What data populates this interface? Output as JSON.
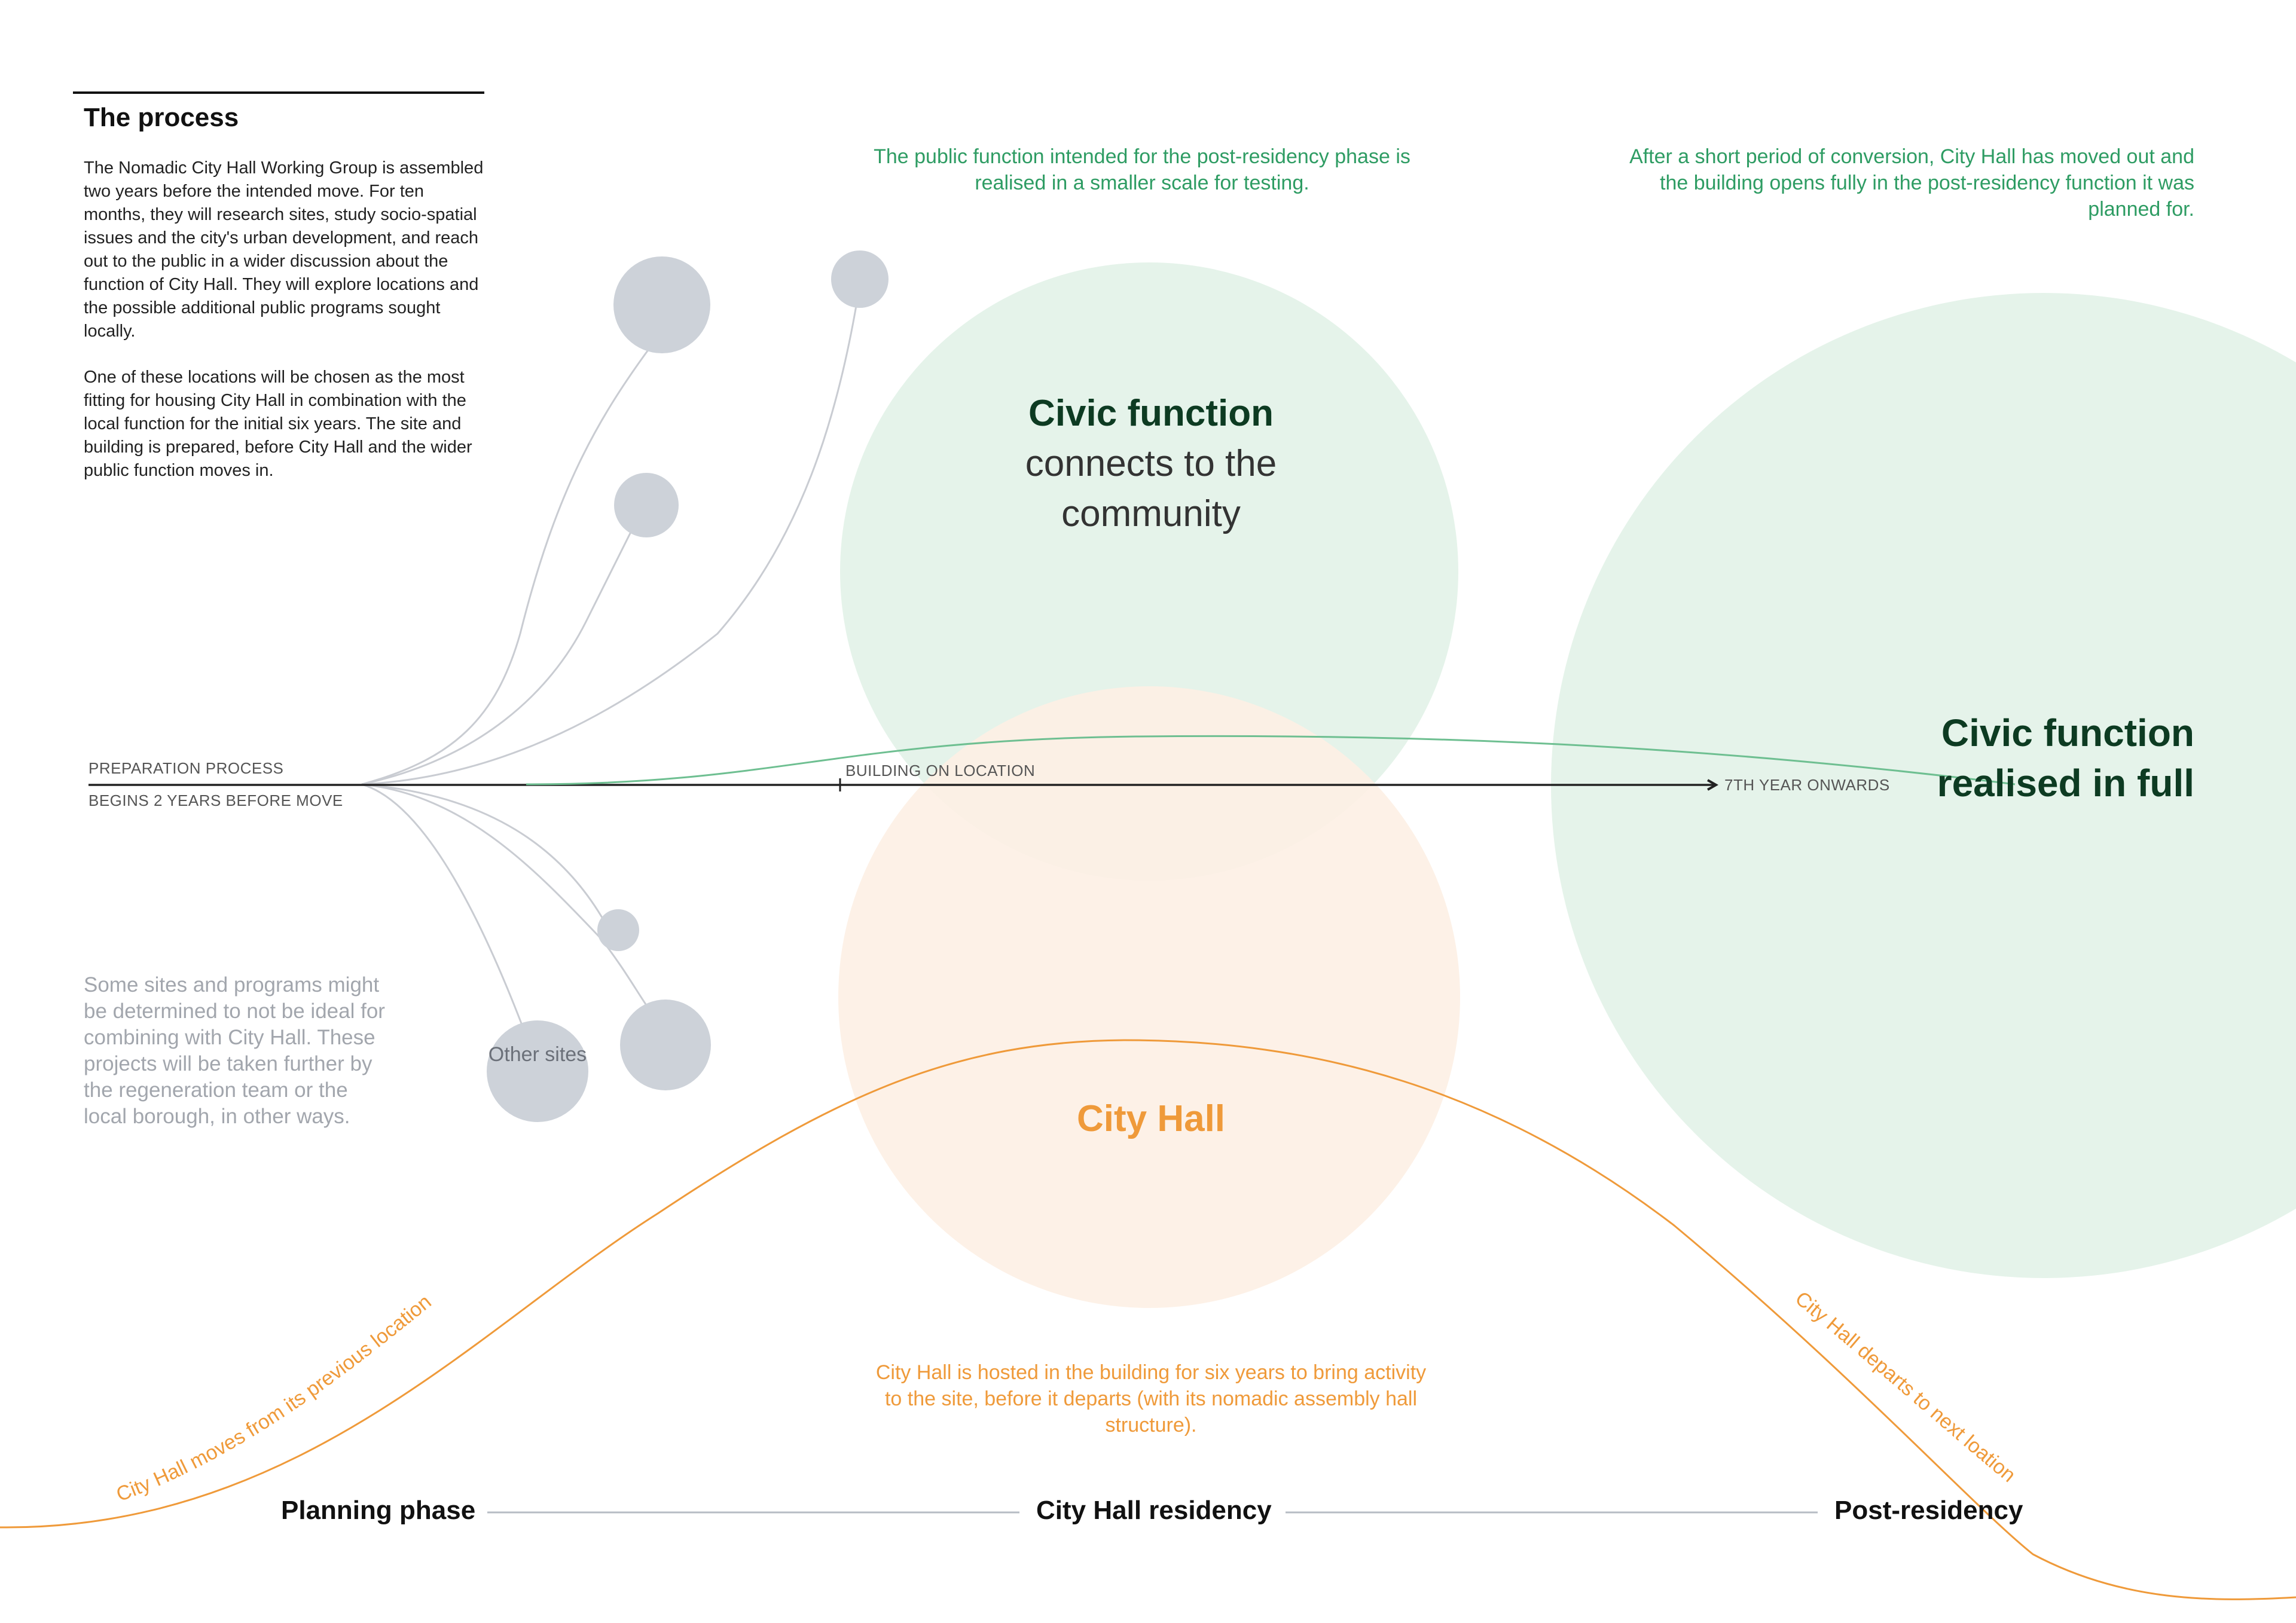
{
  "process": {
    "title": "The process",
    "paragraph_1": "The Nomadic City Hall Working Group is assembled two years before the intended move. For ten months, they will research sites, study socio-spatial issues and the city's urban development, and reach out to the public in a wider discussion about the function of City Hall. They will explore locations and the possible additional public programs sought locally.",
    "paragraph_2": "One of these locations will be chosen as the most fitting for housing City Hall in combination with the local function for the initial six years. The site and building is prepared, before City Hall and the wider public function moves in.",
    "rejected_note": "Some sites and programs might be determined to not be ideal for combining with City Hall. These projects will be taken further by the regeneration team or the local borough, in other ways.",
    "other_sites_label": "Other sites"
  },
  "timeline": {
    "preparation_label": "PREPARATION PROCESS",
    "begins_label": "BEGINS 2 YEARS BEFORE MOVE",
    "building_label": "BUILDING ON LOCATION",
    "seventh_year_label": "7TH YEAR ONWARDS"
  },
  "notes": {
    "public_function_test": "The public function intended for the post-residency phase is realised in a smaller scale for testing.",
    "post_residency_move": "After a short period of conversion, City Hall has moved out and the building opens fully in the post-residency function it was planned for.",
    "city_hall_hosted": "City Hall is hosted in the building for six years to bring activity to the site, before it departs (with its nomadic assembly hall structure)."
  },
  "circles": {
    "civic_center_bold": "Civic function",
    "civic_center_light": "connects to the community",
    "civic_full": "Civic function realised in full",
    "city_hall": "City Hall"
  },
  "curve_labels": {
    "moves_in": "City Hall moves from its previous location",
    "departs": "City Hall departs to next loation"
  },
  "phases": {
    "planning": "Planning phase",
    "residency": "City Hall residency",
    "post": "Post-residency"
  },
  "colors": {
    "green_fill": "#e5f3ea",
    "green_line": "#6ebf91",
    "green_text": "#2e9c63",
    "dark_green": "#0d3b22",
    "orange_fill": "#fdf0e4",
    "orange_line": "#ef9a3a",
    "grey_dot": "#cdd2d9",
    "grey_line": "#c9ccd2"
  }
}
